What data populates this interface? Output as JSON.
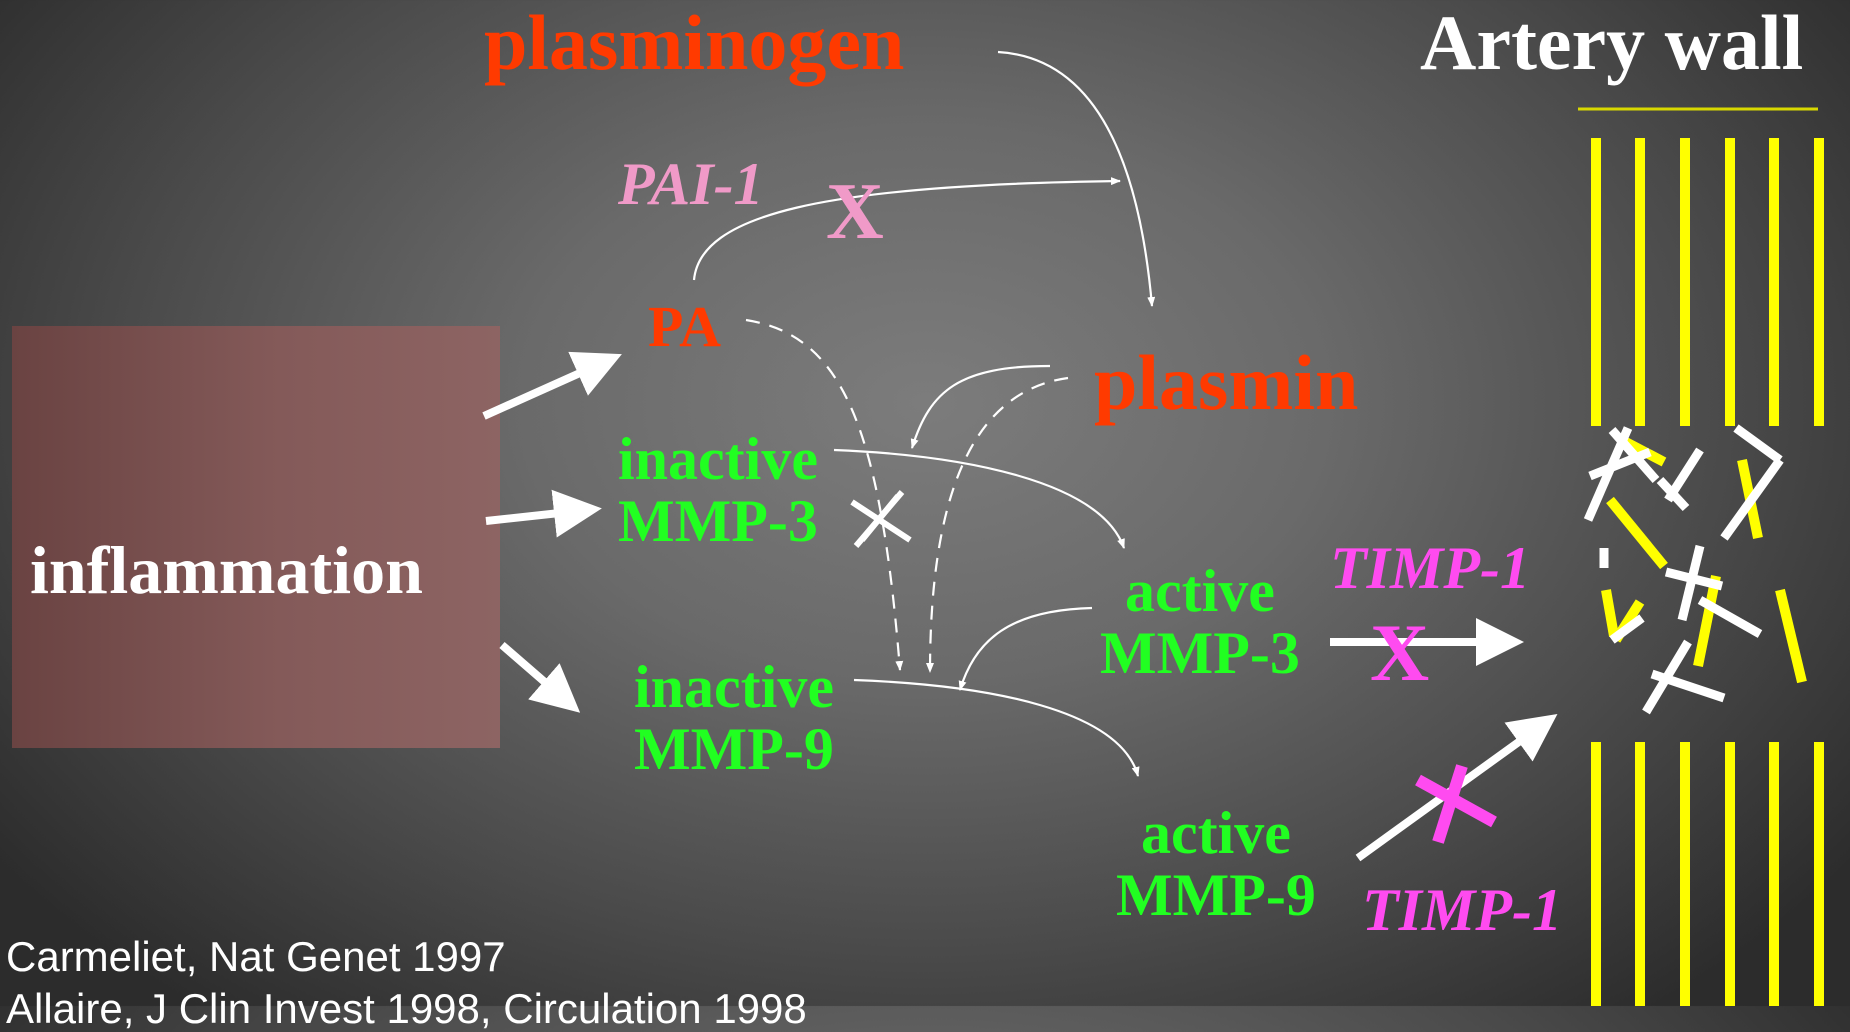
{
  "title": "Artery wall",
  "labels": {
    "plasminogen": "plasminogen",
    "pai1": "PAI-1",
    "pa": "PA",
    "plasmin": "plasmin",
    "inactive_mmp3_line1": "inactive",
    "inactive_mmp3_line2": "MMP-3",
    "inactive_mmp9_line1": "inactive",
    "inactive_mmp9_line2": "MMP-9",
    "active_mmp3_line1": "active",
    "active_mmp3_line2": "MMP-3",
    "active_mmp9_line1": "active",
    "active_mmp9_line2": "MMP-9",
    "timp1_upper": "TIMP-1",
    "timp1_lower": "TIMP-1",
    "inflammation": "inflammation",
    "inhibition_mark": "X"
  },
  "references": [
    "Carmeliet, Nat Genet 1997",
    "Allaire, J Clin Invest 1998, Circulation 1998"
  ],
  "colors": {
    "protease": "#ff3a00",
    "mmp": "#21ff21",
    "pai1": "#f09ac8",
    "timp1": "#ff4bf0",
    "artery_fibers": "#ffff00",
    "arrows": "#ffffff",
    "inflammation_box": "#7b5352"
  }
}
